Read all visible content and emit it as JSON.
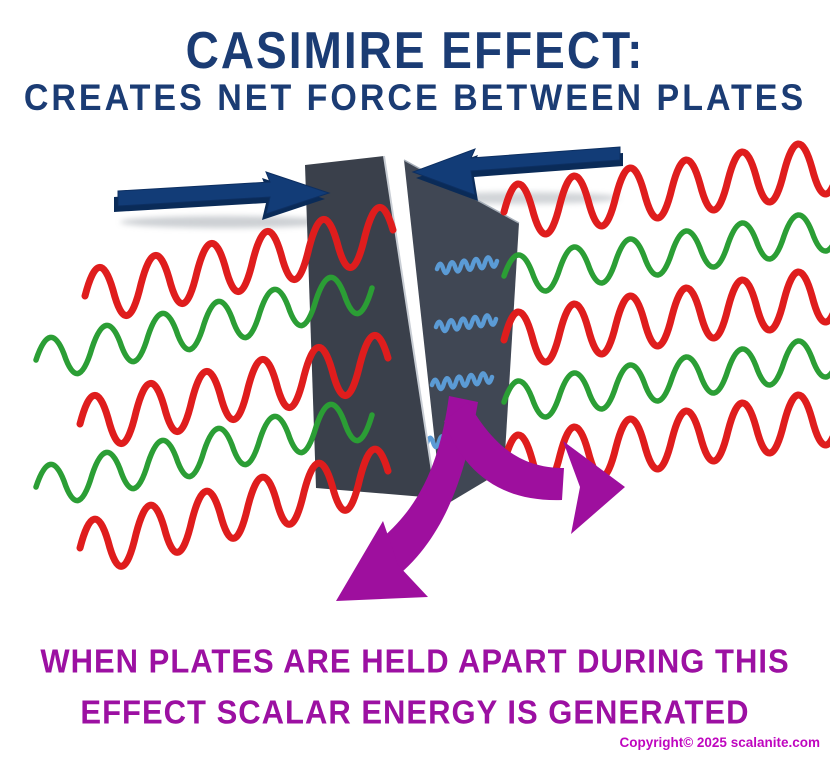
{
  "title": {
    "line1": "CASIMIRE EFFECT:",
    "line2": "CREATES NET FORCE BETWEEN PLATES"
  },
  "caption": {
    "line1": "WHEN PLATES ARE HELD APART DURING THIS",
    "line2": "EFFECT SCALAR ENERGY IS GENERATED"
  },
  "footer": {
    "copyright": "Copyright© 2025 scalanite.com"
  },
  "diagram": {
    "plates": {
      "count": 2,
      "arrangement": "two parallel vertical plates with a narrow gap, shown in perspective"
    },
    "outside_waves": {
      "left_row_colors": [
        "red",
        "green",
        "red",
        "green",
        "red"
      ],
      "right_row_colors": [
        "red",
        "green",
        "red",
        "green",
        "red"
      ],
      "meaning": "large vacuum fluctuation waves outside the plates"
    },
    "between_plate_waves": {
      "count": 4,
      "color_name": "light-blue",
      "meaning": "small short-wavelength modes between the plates"
    },
    "force_arrows": {
      "left_arrow_direction": "pointing right toward plates",
      "right_arrow_direction": "pointing left toward plates",
      "color": "#123c77"
    },
    "scalar_energy_arrows": {
      "count": 2,
      "directions": [
        "curving down-left from the gap",
        "curving right from the gap"
      ],
      "color": "#9e0f9e"
    },
    "colors": {
      "title_navy": "#1b3c74",
      "wave_red": "#df1d1d",
      "wave_green": "#2b9e35",
      "vacuum_blue": "#5b9bd5",
      "plate_front": "#3a404b",
      "plate_rear": "#404754",
      "arrow_navy": "#123c77",
      "scalar_purple": "#9e0f9e",
      "caption_purple": "#9c10a2",
      "copyright_magenta": "#bf06bf",
      "background": "#ffffff"
    }
  }
}
